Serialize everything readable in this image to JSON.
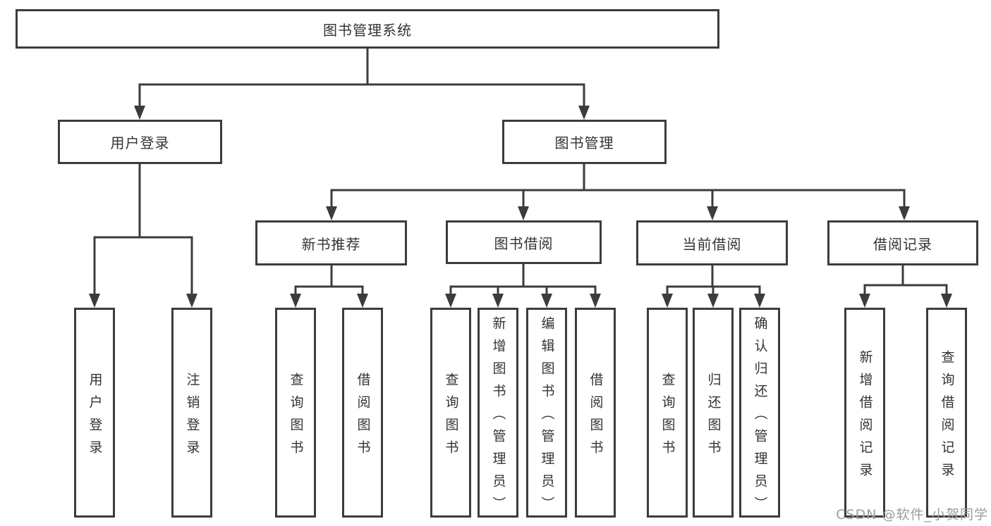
{
  "diagram": {
    "root": {
      "label": "图书管理系统"
    },
    "level2": [
      {
        "label": "用户登录"
      },
      {
        "label": "图书管理"
      }
    ],
    "level3": [
      {
        "label": "新书推荐"
      },
      {
        "label": "图书借阅"
      },
      {
        "label": "当前借阅"
      },
      {
        "label": "借阅记录"
      }
    ],
    "leaves": [
      {
        "label": "用户登录"
      },
      {
        "label": "注销登录"
      },
      {
        "label": "查询图书"
      },
      {
        "label": "借阅图书"
      },
      {
        "label": "查询图书"
      },
      {
        "label": "新增图书（管理员）"
      },
      {
        "label": "编辑图书（管理员）"
      },
      {
        "label": "借阅图书"
      },
      {
        "label": "查询图书"
      },
      {
        "label": "归还图书"
      },
      {
        "label": "确认归还（管理员）"
      },
      {
        "label": "新增借阅记录"
      },
      {
        "label": "查询借阅记录"
      }
    ]
  },
  "watermark": {
    "text": "CSDN @软件_小贺同学"
  },
  "colors": {
    "line": "#3c3c3c",
    "text": "#333333",
    "watermark": "#9c9c9c",
    "background": "#ffffff"
  }
}
